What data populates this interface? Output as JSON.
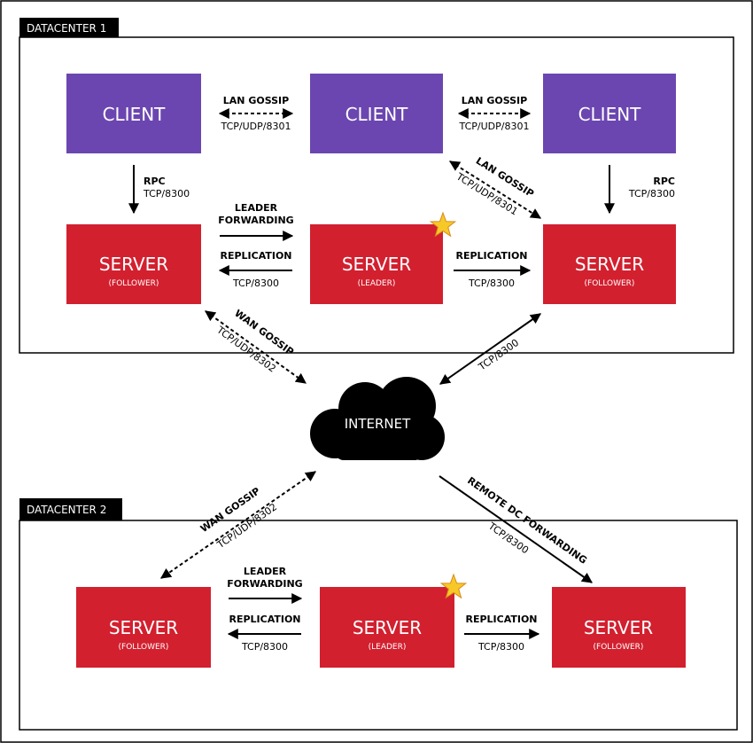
{
  "datacenter1": {
    "label": "DATACENTER 1",
    "clients": [
      "CLIENT",
      "CLIENT",
      "CLIENT"
    ],
    "servers": [
      {
        "title": "SERVER",
        "role": "(FOLLOWER)"
      },
      {
        "title": "SERVER",
        "role": "(LEADER)"
      },
      {
        "title": "SERVER",
        "role": "(FOLLOWER)"
      }
    ],
    "lan_gossip_left": {
      "title": "LAN GOSSIP",
      "port": "TCP/UDP/8301"
    },
    "lan_gossip_right": {
      "title": "LAN GOSSIP",
      "port": "TCP/UDP/8301"
    },
    "lan_gossip_diag": {
      "title": "LAN GOSSIP",
      "port": "TCP/UDP/8301"
    },
    "rpc_left": {
      "title": "RPC",
      "port": "TCP/8300"
    },
    "rpc_right": {
      "title": "RPC",
      "port": "TCP/8300"
    },
    "leader_fwd": {
      "line1": "LEADER",
      "line2": "FORWARDING"
    },
    "replication_left": {
      "title": "REPLICATION",
      "port": "TCP/8300"
    },
    "replication_right": {
      "title": "REPLICATION",
      "port": "TCP/8300"
    },
    "wan_gossip": {
      "title": "WAN GOSSIP",
      "port": "TCP/UDP/8302"
    },
    "wan_right_port": "TCP/8300"
  },
  "internet": {
    "label": "INTERNET"
  },
  "datacenter2": {
    "label": "DATACENTER 2",
    "servers": [
      {
        "title": "SERVER",
        "role": "(FOLLOWER)"
      },
      {
        "title": "SERVER",
        "role": "(LEADER)"
      },
      {
        "title": "SERVER",
        "role": "(FOLLOWER)"
      }
    ],
    "wan_gossip": {
      "title": "WAN GOSSIP",
      "port": "TCP/UDP/8302"
    },
    "remote_dc": {
      "title": "REMOTE DC FORWARDING",
      "port": "TCP/8300"
    },
    "leader_fwd": {
      "line1": "LEADER",
      "line2": "FORWARDING"
    },
    "replication_left": {
      "title": "REPLICATION",
      "port": "TCP/8300"
    },
    "replication_right": {
      "title": "REPLICATION",
      "port": "TCP/8300"
    }
  },
  "colors": {
    "client": "#6b46b0",
    "server": "#d2202f",
    "star": "#f7c928",
    "ink": "#000000"
  }
}
